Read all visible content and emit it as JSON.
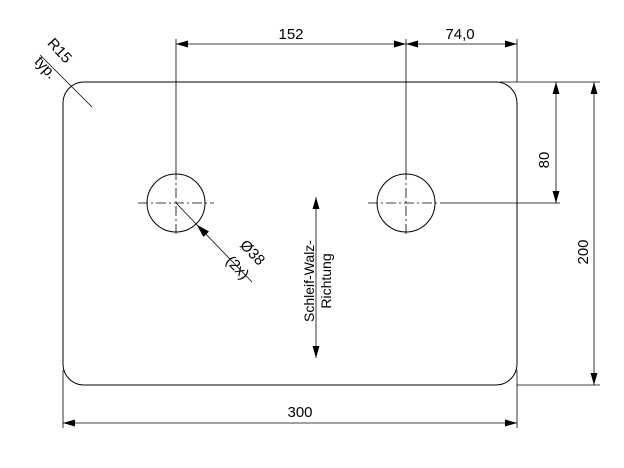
{
  "plate": {
    "width": "300",
    "height": "200",
    "corner_radius": "R15",
    "corner_note": "typ."
  },
  "holes": {
    "diameter": "Ø38",
    "count_note": "(2x)",
    "spacing": "152",
    "edge_offset_x": "74,0",
    "edge_offset_y": "80"
  },
  "grain_direction": {
    "line1": "Schleif-Walz-",
    "line2": "Richtung"
  }
}
